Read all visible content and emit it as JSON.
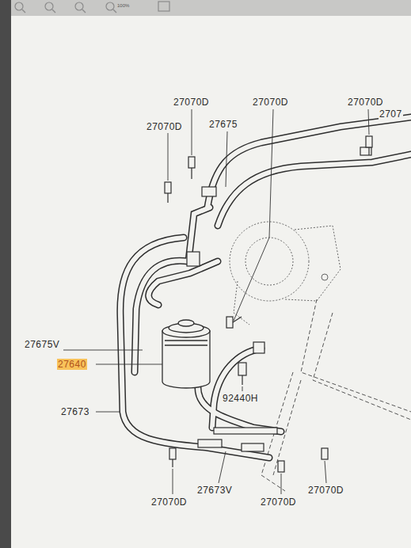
{
  "diagram": {
    "labels": [
      "100%",
      "27070D",
      "27070D",
      "27070D",
      "2707",
      "27070D",
      "27675",
      "27675V",
      "27640",
      "92440H",
      "27673",
      "27673V",
      "27070D",
      "27070D",
      "27070D"
    ]
  }
}
